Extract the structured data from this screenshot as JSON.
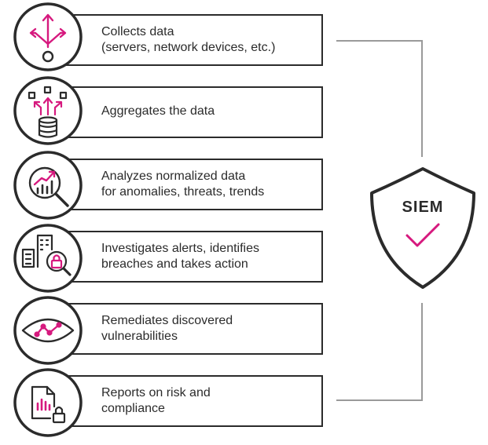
{
  "steps": [
    {
      "icon": "branching-arrows-icon",
      "lines": [
        "Collects data",
        "(servers, network devices, etc.)"
      ]
    },
    {
      "icon": "database-aggregate-icon",
      "lines": [
        "Aggregates the data"
      ]
    },
    {
      "icon": "chart-magnifier-icon",
      "lines": [
        "Analyzes normalized data",
        "for anomalies, threats, trends"
      ]
    },
    {
      "icon": "building-lock-magnifier-icon",
      "lines": [
        "Investigates alerts, identifies",
        "breaches and takes action"
      ]
    },
    {
      "icon": "eye-network-icon",
      "lines": [
        "Remediates discovered",
        "vulnerabilities"
      ]
    },
    {
      "icon": "report-lock-icon",
      "lines": [
        "Reports on risk and",
        "compliance"
      ]
    }
  ],
  "siem": {
    "label": "SIEM",
    "icon": "shield-check-icon"
  },
  "colors": {
    "accent": "#d6197e",
    "outline": "#2b2b2b",
    "connector": "#9a9a9a",
    "text": "#2b2b2b"
  }
}
